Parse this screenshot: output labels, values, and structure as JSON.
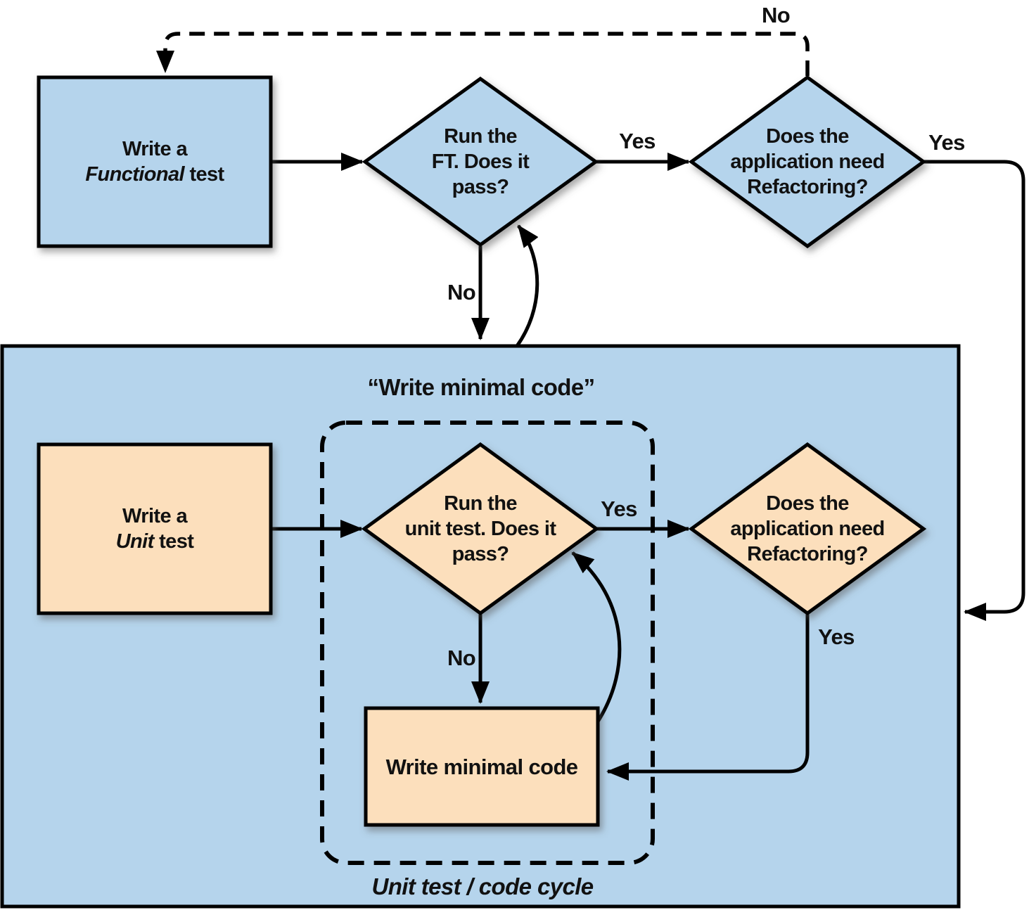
{
  "colors": {
    "node_blue": "#b5d4ec",
    "node_orange": "#fcdfbc",
    "container_blue": "#b5d4ec",
    "outline": "#000000"
  },
  "top_flow": {
    "functional_test_box": {
      "line1": "Write a",
      "line2_italic": "Functional",
      "line2_rest": " test"
    },
    "ft_pass_diamond": {
      "line1": "Run the",
      "line2": "FT. Does it",
      "line3": "pass?"
    },
    "refactor_diamond": {
      "line1": "Does the",
      "line2": "application need",
      "line3": "Refactoring?"
    },
    "label_yes_ft": "Yes",
    "label_no_loop": "No",
    "label_yes_refactor": "Yes",
    "label_no_ft": "No"
  },
  "unit_cycle": {
    "header": "“Write minimal code”",
    "unit_test_box": {
      "line1": "Write a",
      "line2_italic": "Unit",
      "line2_rest": " test"
    },
    "unit_pass_diamond": {
      "line1": "Run the",
      "line2": "unit test. Does it",
      "line3": "pass?"
    },
    "refactor_diamond": {
      "line1": "Does the",
      "line2": "application need",
      "line3": "Refactoring?"
    },
    "write_minimal_code_box": "Write minimal code",
    "label_yes_unit": "Yes",
    "label_no_unit": "No",
    "label_yes_refactor": "Yes",
    "caption": "Unit test / code cycle"
  }
}
